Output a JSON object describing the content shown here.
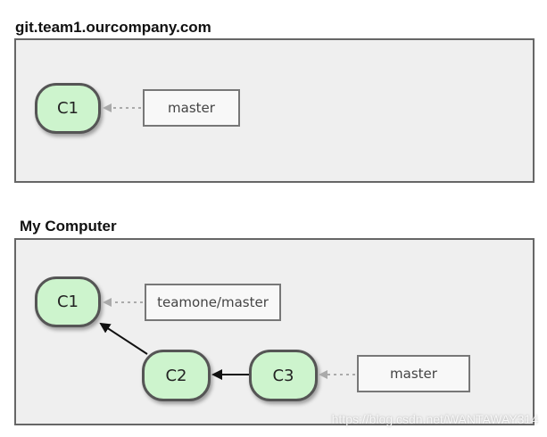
{
  "remote": {
    "title": "git.team1.ourcompany.com",
    "commit": "C1",
    "ref": "master"
  },
  "local": {
    "title": "My Computer",
    "commits": [
      "C1",
      "C2",
      "C3"
    ],
    "refs": {
      "tracking": "teamone/master",
      "branch": "master"
    }
  },
  "watermark": "https://blog.csdn.net/WANTAWAY314",
  "colors": {
    "commit_fill": "#cdf4cd",
    "panel_fill": "#efefef",
    "border": "#555555"
  }
}
